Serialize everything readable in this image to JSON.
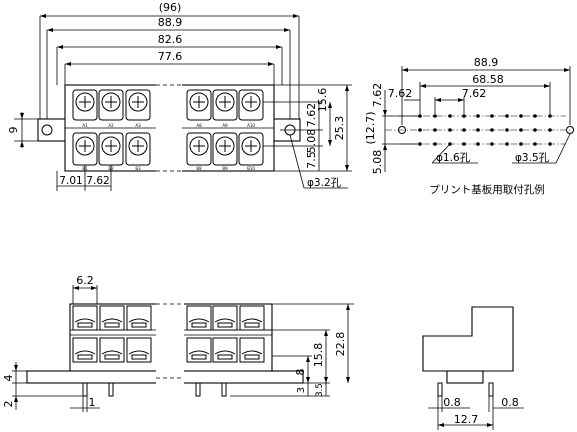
{
  "top_view": {
    "dim_overall_ref": "(96)",
    "dim_mount_pitch": "88.9",
    "dim_body_width": "82.6",
    "dim_inner_width": "77.6",
    "dim_left_height": "9",
    "dim_row_pitch": "15.6",
    "dim_terminal_pitch_r": "7.62",
    "dim_body_height": "25.3",
    "dim_hole_offset_top": "5.08",
    "dim_hole_offset_bottom": "7.5",
    "dim_left_margin": "7.01",
    "dim_terminal_pitch": "7.62",
    "hole_label": "φ3.2孔",
    "terminal_labels_top": [
      "A1",
      "A2",
      "A3",
      "A8",
      "A9",
      "A10"
    ],
    "terminal_labels_bottom": [
      "B1",
      "B2",
      "B3",
      "B8",
      "B9",
      "B10"
    ]
  },
  "pcb_view": {
    "dim_mount_pitch": "88.9",
    "dim_pin_span": "68.58",
    "dim_pitch_a": "7.62",
    "dim_pitch_b": "7.62",
    "dim_pitch_vertical": "7.62",
    "dim_height_ref": "(12.7)",
    "dim_offset_bottom": "5.08",
    "pin_hole_label": "φ1.6孔",
    "mount_hole_label": "φ3.5孔",
    "caption": "プリント基板用取付孔例"
  },
  "front_view": {
    "dim_pitch": "6.2",
    "dim_total_height": "22.8",
    "dim_mid_height": "15.8",
    "dim_pin_to_top": "8",
    "dim_base_step": "4",
    "dim_pin_length": "2",
    "dim_pin_width": "1",
    "dim_pin_bottom": "3",
    "dim_pin_protrude": "3.5"
  },
  "side_view": {
    "dim_left_offset": "0.8",
    "dim_right_offset": "0.8",
    "dim_pin_spacing": "12.7"
  }
}
